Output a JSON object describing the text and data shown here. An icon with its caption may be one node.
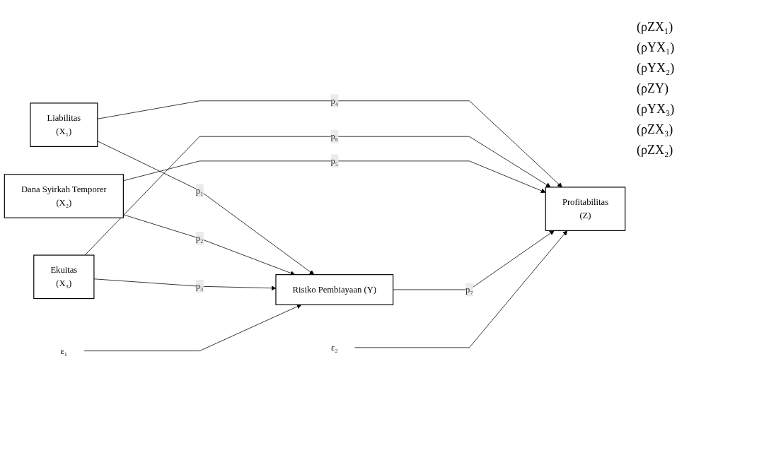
{
  "diagram": {
    "nodes": [
      {
        "text": [
          "Liabilitas",
          "(X₁)"
        ]
      },
      {
        "text": [
          "Dana Syirkah Temporer",
          "(X₂)"
        ]
      },
      {
        "text": [
          "Ekuitas",
          "(X₃)"
        ]
      },
      {
        "text": [
          "Risiko Pembiayaan (Y)"
        ]
      },
      {
        "text": [
          "Profitabilitas",
          "(Z)"
        ]
      },
      {
        "text": [
          "ε₁"
        ]
      },
      {
        "text": [
          "ε₂"
        ]
      }
    ],
    "edges": [
      {
        "from": 0,
        "to": 3,
        "arrow": "to",
        "label": "p₁"
      },
      {
        "from": 0,
        "to": 4,
        "arrow": "to",
        "label": "p₄"
      },
      {
        "from": 1,
        "to": 3,
        "arrow": "to",
        "label": "p₂"
      },
      {
        "from": 2,
        "to": 3,
        "arrow": "to",
        "label": "p₃"
      },
      {
        "from": 2,
        "to": 4,
        "arrow": "to",
        "label": "p₆"
      },
      {
        "from": 1,
        "to": 4,
        "arrow": "to",
        "label": "p₅"
      },
      {
        "from": 3,
        "to": 4,
        "arrow": "to",
        "label": "p₇"
      },
      {
        "from": 5,
        "to": 3,
        "arrow": "to"
      },
      {
        "from": 6,
        "to": 4,
        "arrow": "to"
      }
    ],
    "labels": [
      "(ρZX₁)",
      "(ρYX₁)",
      "(ρYX₂)",
      "(ρZY)",
      "(ρYX₃)",
      "(ρZX₃)",
      "(ρZX₂)"
    ]
  }
}
